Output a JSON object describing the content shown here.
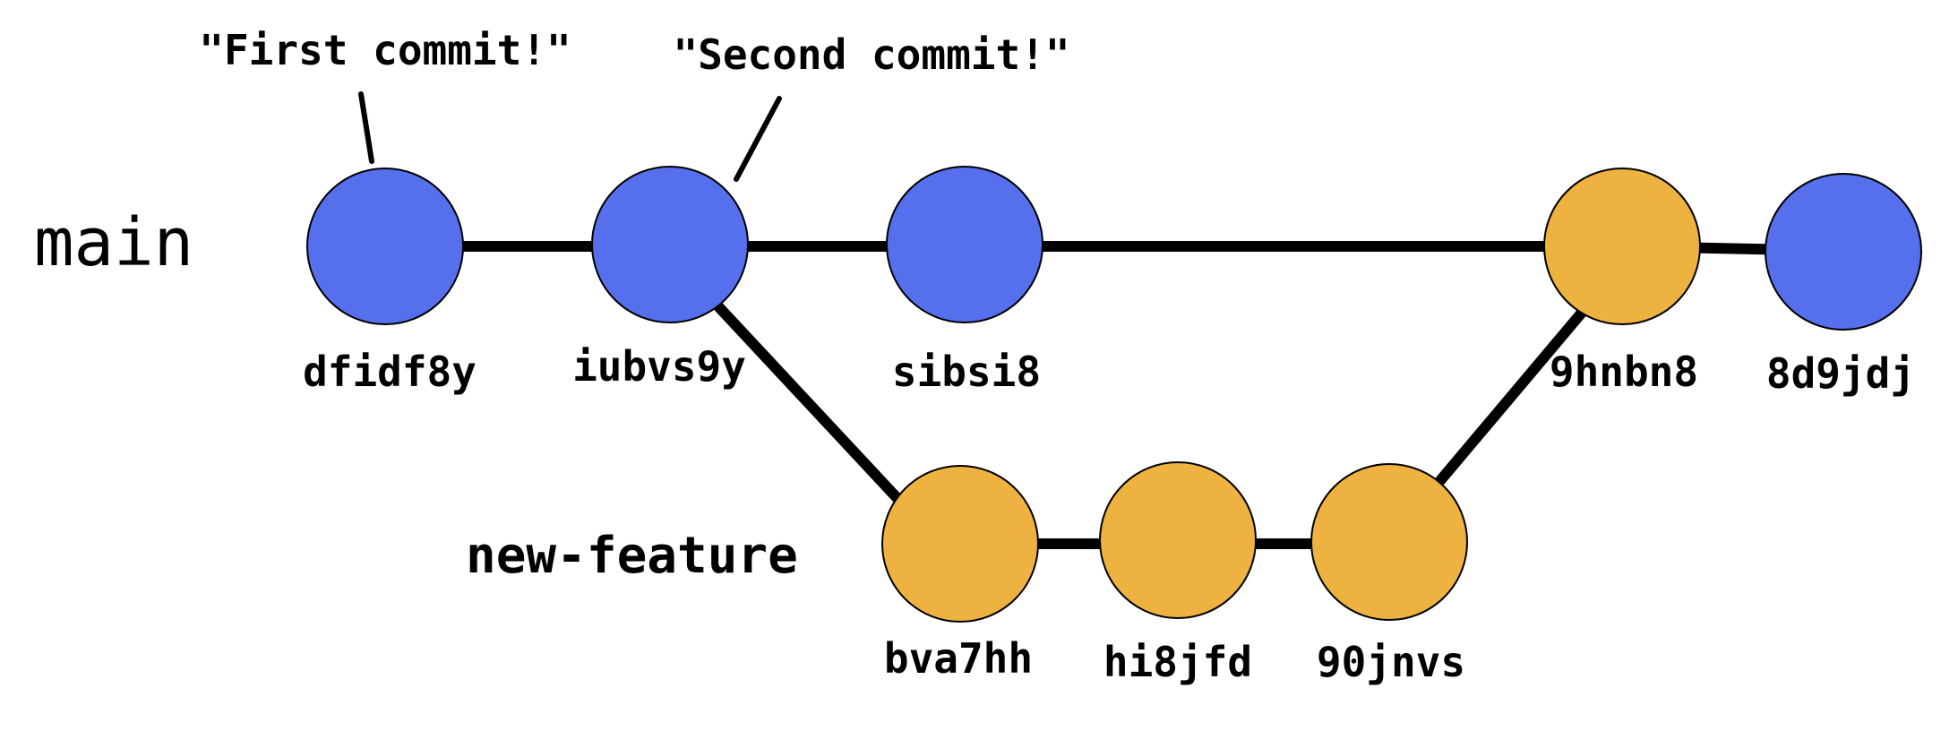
{
  "branches": {
    "main": {
      "label": "main"
    },
    "feature": {
      "label": "new-feature"
    }
  },
  "colors": {
    "main_commit": "#566FED",
    "feature_commit": "#EDB23F",
    "edge": "#000000",
    "text": "#000000"
  },
  "commits": [
    {
      "id": "dfidf8y",
      "branch": "main"
    },
    {
      "id": "iubvs9y",
      "branch": "main"
    },
    {
      "id": "sibsi8",
      "branch": "main"
    },
    {
      "id": "bva7hh",
      "branch": "new-feature"
    },
    {
      "id": "hi8jfd",
      "branch": "new-feature"
    },
    {
      "id": "90jnvs",
      "branch": "new-feature"
    },
    {
      "id": "9hnbn8",
      "branch": "new-feature"
    },
    {
      "id": "8d9jdj",
      "branch": "main"
    }
  ],
  "edges": [
    [
      "dfidf8y",
      "iubvs9y"
    ],
    [
      "iubvs9y",
      "sibsi8"
    ],
    [
      "sibsi8",
      "9hnbn8"
    ],
    [
      "9hnbn8",
      "8d9jdj"
    ],
    [
      "iubvs9y",
      "bva7hh"
    ],
    [
      "bva7hh",
      "hi8jfd"
    ],
    [
      "hi8jfd",
      "90jnvs"
    ],
    [
      "90jnvs",
      "9hnbn8"
    ]
  ],
  "annotations": [
    {
      "text": "\"First commit!\"",
      "target": "dfidf8y"
    },
    {
      "text": "\"Second commit!\"",
      "target": "iubvs9y"
    }
  ]
}
